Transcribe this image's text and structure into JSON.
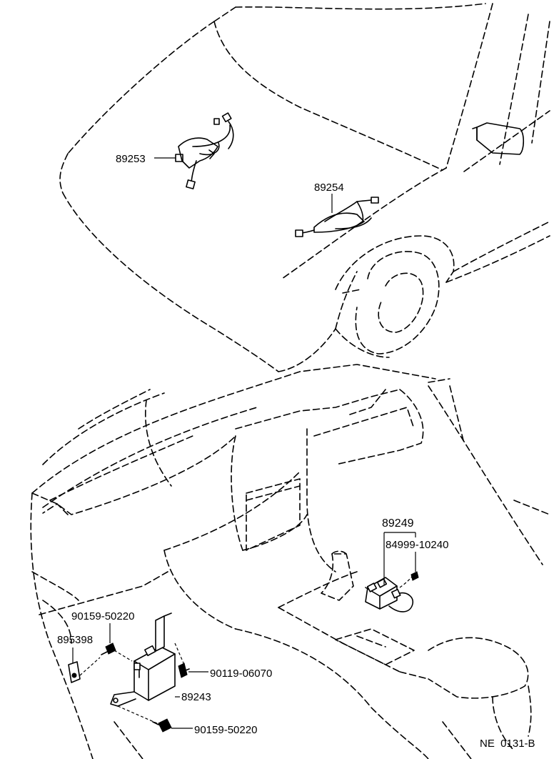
{
  "callouts": {
    "p89253": "89253",
    "p89254": "89254",
    "p89249": "89249",
    "p84999": "84999-10240",
    "p90159a": "90159-50220",
    "p89539": "895398",
    "p90119": "90119-06070",
    "p89243": "89243",
    "p90159b": "90159-50220"
  },
  "figure_code": "NE  0131-B"
}
